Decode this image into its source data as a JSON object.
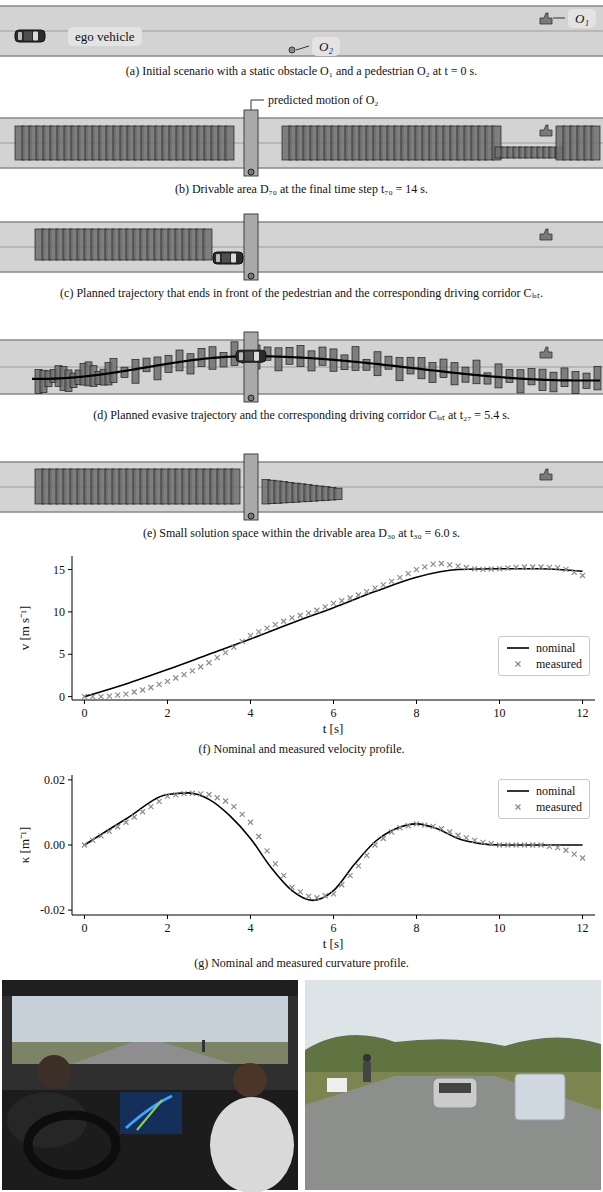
{
  "diagram": {
    "nodes": [
      {
        "text": [
          "ego vehicle"
        ]
      },
      {
        "text": [
          "O₁"
        ]
      },
      {
        "text": [
          "O₂"
        ]
      }
    ],
    "labels": [
      "(a) Initial scenario with a static obstacle O₁ and a pedestrian O₂ at t = 0 s.",
      "predicted motion of O₂",
      "(b) Drivable area D₇₀ at the final time step t₇₀ = 14 s.",
      "(c) Planned trajectory that ends in front of the pedestrian and the corresponding driving corridor Cₗₐₜ.",
      "(d) Planned evasive trajectory and the corresponding driving corridor Cₗₐₜ at t₂₇ = 5.4 s.",
      "(e) Small solution space within the drivable area D₃₀ at t₃₀ = 6.0 s.",
      "15",
      "10",
      "5",
      "0",
      "v [m s⁻¹]",
      "0",
      "2",
      "4",
      "6",
      "8",
      "10",
      "12",
      "t [s]",
      "(f) Nominal and measured velocity profile.",
      "0.02",
      "0.00",
      "-0.02",
      "κ [m⁻¹]",
      "0",
      "2",
      "4",
      "6",
      "8",
      "10",
      "12",
      "t [s]",
      "(g) Nominal and measured curvature profile."
    ],
    "legend": [
      {
        "text": "nominal"
      },
      {
        "text": "measured"
      },
      {
        "text": "nominal"
      },
      {
        "text": "measured"
      }
    ]
  }
}
